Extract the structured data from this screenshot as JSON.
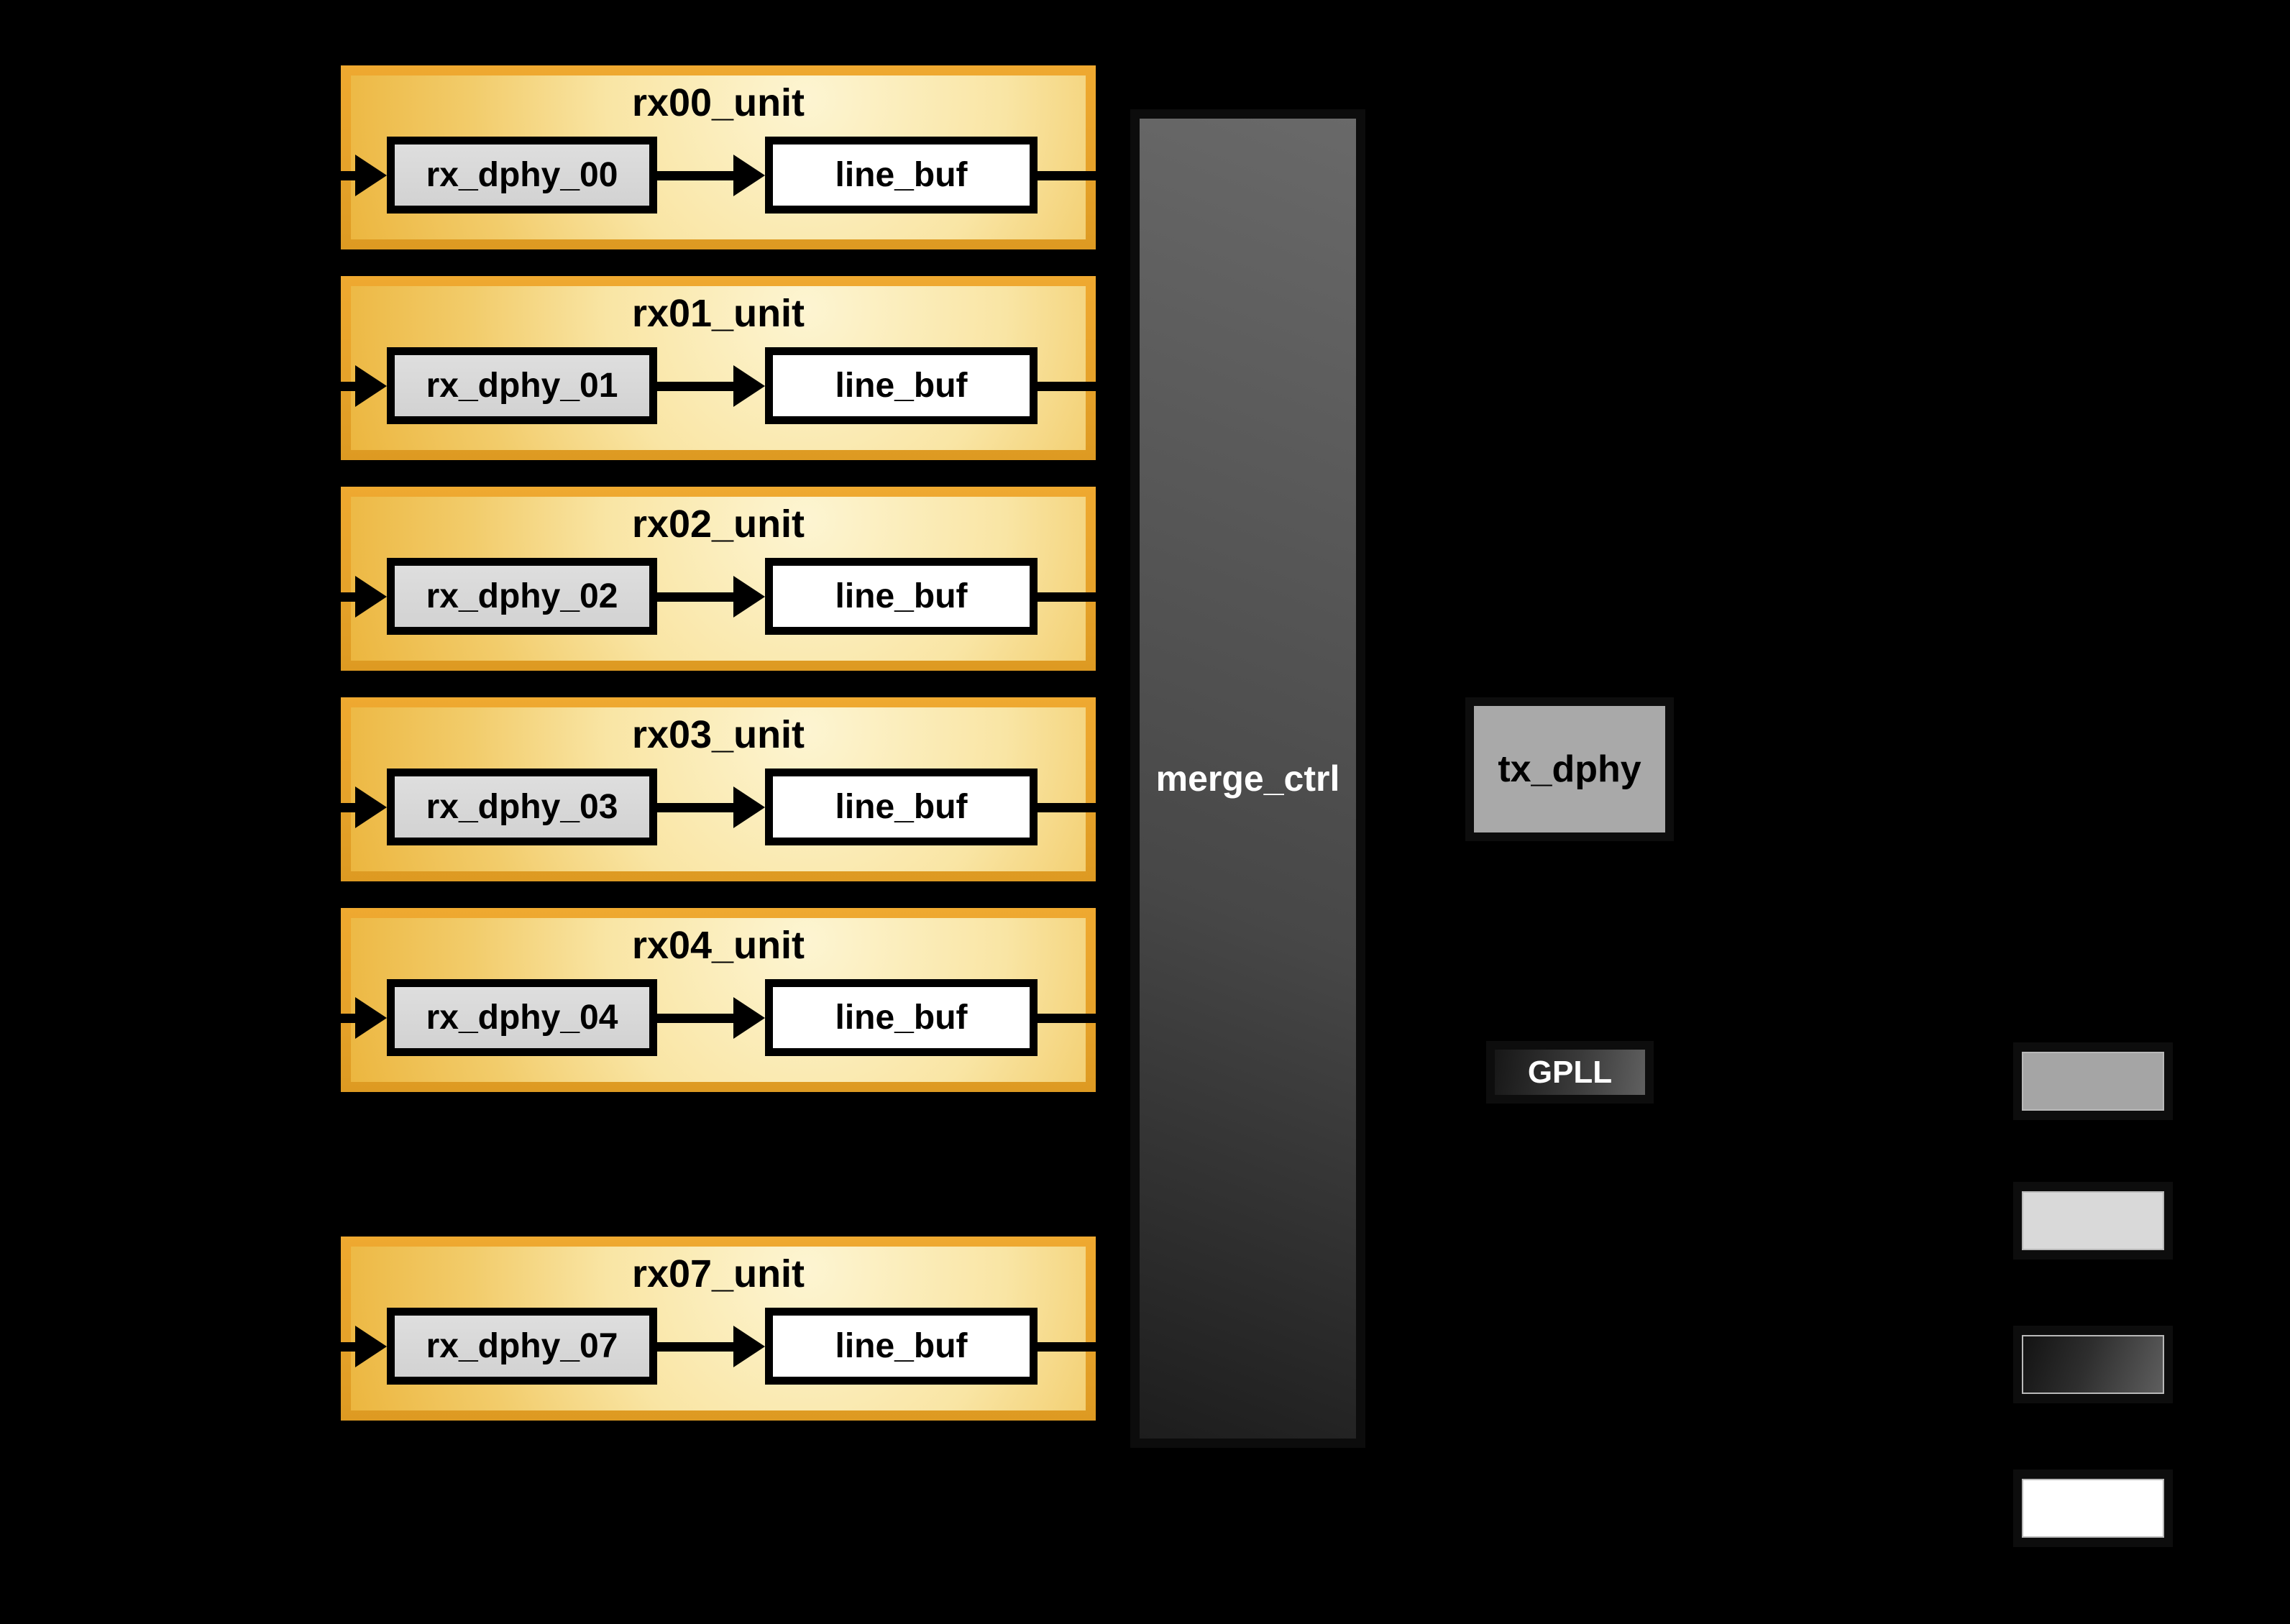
{
  "diagram_type": "block-diagram",
  "units": [
    {
      "title": "rx00_unit",
      "dphy": "rx_dphy_00",
      "buf": "line_buf"
    },
    {
      "title": "rx01_unit",
      "dphy": "rx_dphy_01",
      "buf": "line_buf"
    },
    {
      "title": "rx02_unit",
      "dphy": "rx_dphy_02",
      "buf": "line_buf"
    },
    {
      "title": "rx03_unit",
      "dphy": "rx_dphy_03",
      "buf": "line_buf"
    },
    {
      "title": "rx04_unit",
      "dphy": "rx_dphy_04",
      "buf": "line_buf"
    },
    {
      "title": "rx07_unit",
      "dphy": "rx_dphy_07",
      "buf": "line_buf"
    }
  ],
  "merge_ctrl": {
    "label": "merge_ctrl"
  },
  "tx_dphy": {
    "label": "tx_dphy"
  },
  "gpll": {
    "label": "GPLL"
  },
  "legend": {
    "swatches": [
      {
        "name": "solid-gray-swatch",
        "fill": "#a5a5a5"
      },
      {
        "name": "solid-light-gray-swatch",
        "fill": "#d9d9d9"
      },
      {
        "name": "dark-gradient-swatch",
        "fill_start": "#131313",
        "fill_end": "#5e5e5e"
      },
      {
        "name": "solid-white-swatch",
        "fill": "#ffffff"
      }
    ]
  },
  "colors": {
    "background": "#000000",
    "unit_frame_orange": "#e6a22a",
    "unit_fill_light": "#fdf5d2",
    "unit_fill_dark": "#ecb63f",
    "dphy_fill": "#d8d8d8",
    "line_buf_fill": "#ffffff",
    "merge_fill_top": "#696969",
    "merge_fill_bottom": "#1d1d1d",
    "merge_text": "#ffffff",
    "tx_fill": "#a9a9a9",
    "gpll_text": "#ffffff",
    "arrow": "#000000"
  }
}
